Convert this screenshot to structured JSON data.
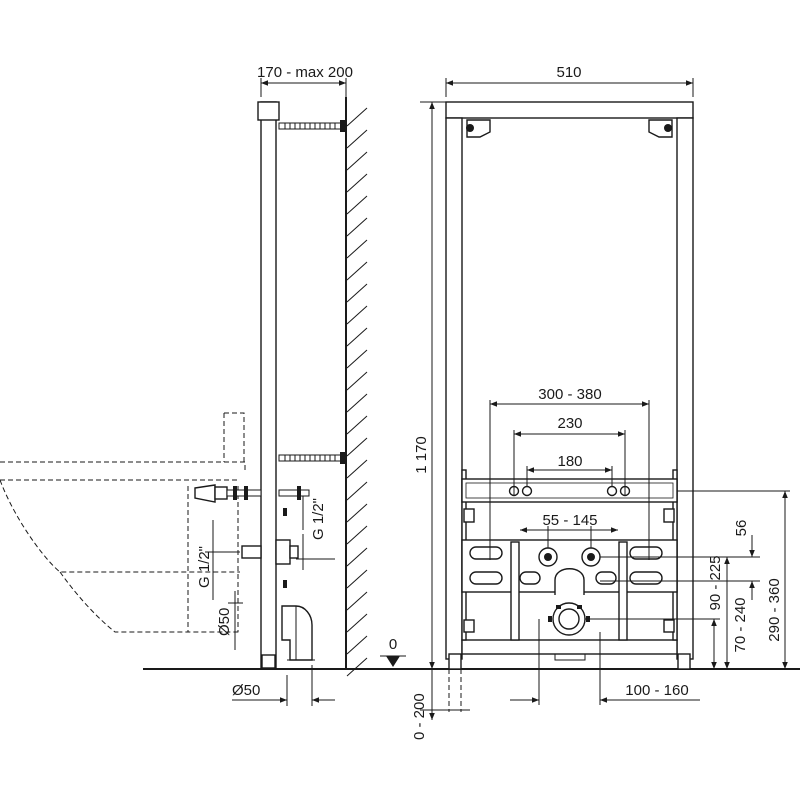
{
  "side_view": {
    "dim_depth": "170 - max 200",
    "dim_thread_upper": "G 1/2\"",
    "dim_thread_lower": "G 1/2\"",
    "dim_drain_diameter": "Ø50",
    "dim_outlet_diameter": "Ø50"
  },
  "front_view": {
    "dim_width": "510",
    "dim_height": "1 170",
    "dim_anchor_range": "300 - 380",
    "dim_anchor_mid": "230",
    "dim_anchor_inner": "180",
    "dim_supply_spacing": "55 - 145",
    "dim_56": "56",
    "dim_supply_height": "90 - 225",
    "dim_drain_height": "70 - 240",
    "dim_bracket_height": "290 - 360",
    "dim_drain_offset": "100 - 160",
    "dim_floor_zero": "0",
    "dim_floor_adjust": "0 - 200"
  }
}
